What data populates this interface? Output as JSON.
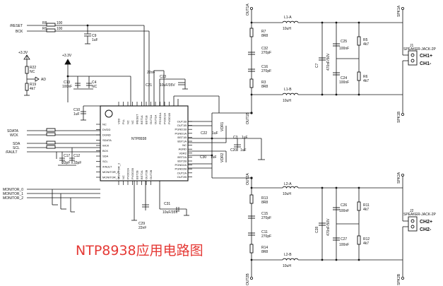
{
  "caption": "NTP8938应用电路图",
  "chip": {
    "name": "NTP8938"
  },
  "inputs": [
    "/RESET",
    "BCK",
    "SDATA",
    "WCK",
    "SDA",
    "SCL",
    "/FAULT"
  ],
  "monitors": [
    "MONITOR_0",
    "MONITOR_1",
    "MONITOR_2"
  ],
  "power": [
    "+3.3V",
    "+3.3V"
  ],
  "components": {
    "r8": "R8",
    "r8v": "100",
    "r9": "R9",
    "r9v": "100",
    "c9": "C9",
    "c9v": "1uF",
    "r22": "R22",
    "r22v": "NC",
    "r19": "R19",
    "r19v": "4k7",
    "ad": "AD",
    "c13": "C13",
    "c13v": "100nF",
    "c4": "C4",
    "c4v": "NC",
    "c10": "C10",
    "c10v": "1uF",
    "c17": "C17",
    "c17v": "33pF",
    "c12": "C12",
    "c12v": "33pF",
    "c23": "C23",
    "c23v": "10uF/35V",
    "c21": "C21",
    "c21v": "22nF",
    "c29": "C29",
    "c29v": "22nF",
    "c31": "C31",
    "c31v": "10uF/35V",
    "c22": "C22",
    "c22v": "1uF",
    "c3": "C3",
    "c3v": "1uF",
    "c20": "C20",
    "c20v": "1uF",
    "vdr1": "VDR1",
    "vdr2": "VDR2",
    "r7": "R7",
    "r7v": "8R8",
    "c32": "C32",
    "c32v": "270pF",
    "c16": "C16",
    "c16v": "270pF",
    "r3": "R3",
    "r3v": "8R8",
    "l1a": "L1-A",
    "l1b": "L1-B",
    "l1v": "10uH",
    "c7": "C7",
    "c7v": "470nF/50V",
    "c25": "C25",
    "c25v": "100nF",
    "c24": "C24",
    "c24v": "100nF",
    "r5": "R5",
    "r5v": "4k7",
    "r6": "R6",
    "r6v": "4k7",
    "r13": "R13",
    "r13v": "8R8",
    "c15": "C15",
    "c15v": "270pF",
    "c11": "C11",
    "c11v": "270pF",
    "r14": "R14",
    "r14v": "8R8",
    "l2a": "L2-A",
    "l2b": "L2-B",
    "l2v": "10uH",
    "c28": "C28",
    "c28v": "470nF/50V",
    "c26": "C26",
    "c26v": "100nF",
    "c27": "C27",
    "c27v": "100nF",
    "r11": "R11",
    "r11v": "4k7",
    "r12": "R12",
    "r12v": "4k7"
  },
  "nets": {
    "out1a": "OUT1A",
    "out1b": "OUT1B",
    "out2a": "OUT2A",
    "out2b": "OUT2B",
    "spk1a": "SPK1A",
    "spk1b": "SPK1B",
    "spk2a": "SPK2A",
    "spk2b": "SPK2B"
  },
  "connectors": {
    "j1": "J1",
    "j1_title": "SPEAKER-JACK-2P",
    "j1_pins": [
      "CH1+",
      "CH1-"
    ],
    "j2": "J2",
    "j2_title": "SPEAKER-JACK-2P",
    "j2_pins": [
      "CH2+",
      "CH2-"
    ]
  },
  "chip_pins_right": [
    "OUT1B",
    "OUT1B",
    "PGND1B",
    "PGND1A",
    "BST1B",
    "BST1A",
    "NC",
    "AGND",
    "VDR2",
    "BST2A",
    "BST2B",
    "PGND2A",
    "PGND2B",
    "OUT2A",
    "OUT2B"
  ],
  "chip_pins_left": [
    "NC",
    "DVDD",
    "DGND",
    "SDATA",
    "WCK",
    "BCK",
    "SDA",
    "SCL",
    "/FAULT",
    "MONITOR_0",
    "MONITOR_1"
  ],
  "chip_pins_top": [
    "VDD",
    "PLL",
    "NC",
    "NC",
    "/RESET",
    "BST1A",
    "BST1B",
    "OUT1A",
    "OUT1A",
    "PGND1A",
    "PVDD1A",
    "PVDD1B"
  ],
  "chip_pins_bottom": [
    "MONITOR_2",
    "NC",
    "PVDD2A",
    "PVDD2B",
    "BST2B",
    "BST2A",
    "OUT2B",
    "OUT2B"
  ]
}
